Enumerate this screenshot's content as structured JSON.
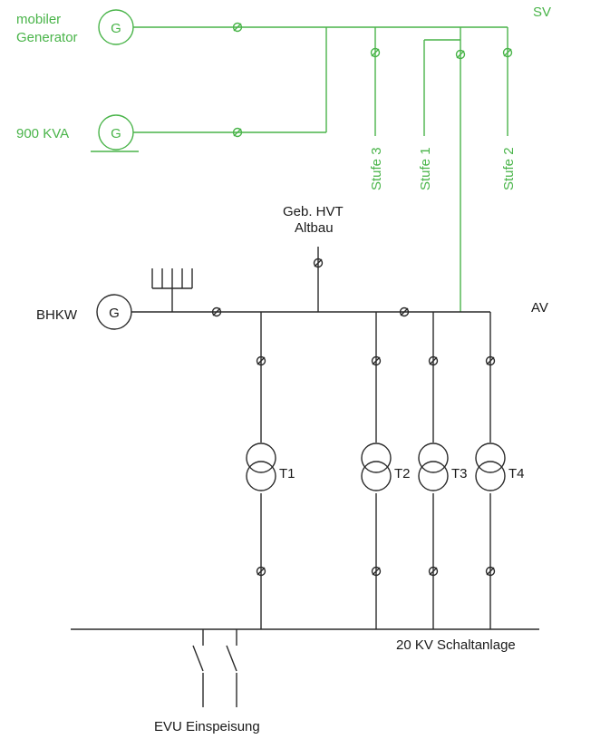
{
  "emergency": {
    "bus_label": "SV",
    "generator_mobile_label": "mobiler\nGenerator",
    "generator_900_label": "900 KVA",
    "generator_symbol": "G",
    "stage_labels": [
      "Stufe 3",
      "Stufe 1",
      "Stufe 2"
    ]
  },
  "general": {
    "bus_label": "AV",
    "chp_label": "BHKW",
    "chp_symbol": "G",
    "building_label": "Geb. HVT\nAltbau"
  },
  "transformers": [
    "T1",
    "T2",
    "T3",
    "T4"
  ],
  "medium_voltage": {
    "label": "20 KV Schaltanlage",
    "feed_label": "EVU Einspeisung"
  },
  "colors": {
    "emergency": "#49b449",
    "general": "#2a2a2a"
  }
}
